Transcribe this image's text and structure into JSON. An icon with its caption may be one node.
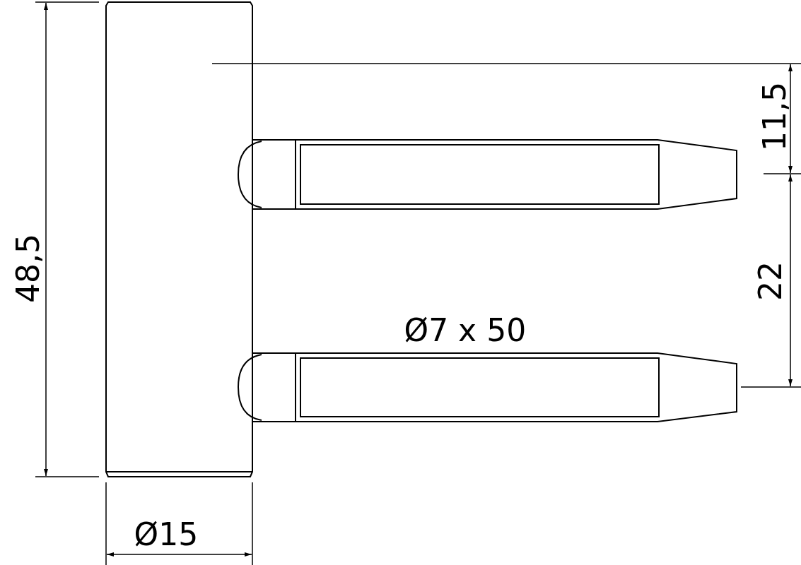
{
  "diagram": {
    "labels": [
      "48,5",
      "11,5",
      "22",
      "Ø7 x 50",
      "Ø15"
    ]
  }
}
